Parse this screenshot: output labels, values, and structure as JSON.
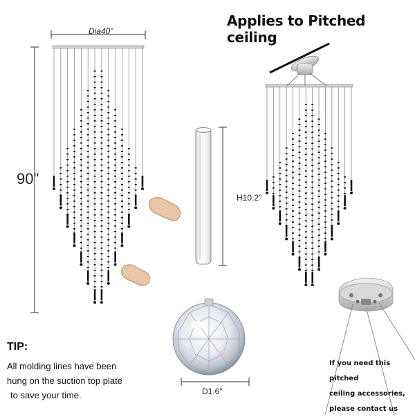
{
  "headline": "Applies to Pitched ceiling",
  "dimensions": {
    "diameter": "Dia40″",
    "height": "90\"",
    "tube_height": "H10.2″",
    "ball_diameter": "D1.6″"
  },
  "tip": {
    "title": "TIP:",
    "lines": [
      "All molding lines have been",
      "hung on the suction top plate",
      "to save your time."
    ]
  },
  "contact_note": {
    "lines": [
      "If you need this pitched",
      "ceiling accessories,",
      "please contact us"
    ]
  },
  "colors": {
    "crystal_dark": "#111111",
    "wire": "#8a8a8a",
    "plate": "#c8c8c8",
    "skin": "#e9c7a6",
    "dim_line": "#333333"
  }
}
